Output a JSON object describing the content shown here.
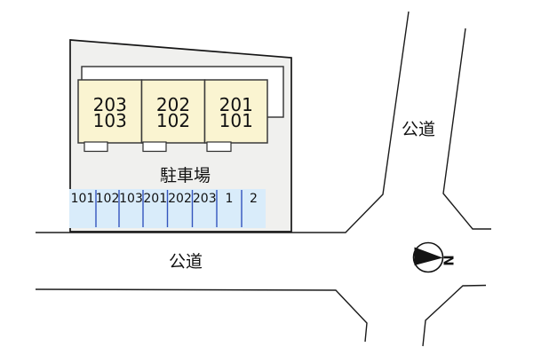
{
  "site_plan": {
    "building": {
      "units": [
        {
          "upper": "203",
          "lower": "103"
        },
        {
          "upper": "202",
          "lower": "102"
        },
        {
          "upper": "201",
          "lower": "101"
        }
      ]
    },
    "parking": {
      "area_label": "駐車場",
      "stalls": [
        "101",
        "102",
        "103",
        "201",
        "202",
        "203",
        "1",
        "2"
      ]
    },
    "roads": {
      "east_road_label": "公道",
      "south_road_label": "公道"
    },
    "compass": {
      "north_label": "N"
    }
  },
  "colors": {
    "parcel_fill": "#f0f0ee",
    "building_fill": "#ffffff",
    "unit_fill": "#faf4d1",
    "unit_border": "#3a3a3a",
    "stall_fill": "#d9ecfa",
    "stall_border": "#3354bd",
    "line": "#1b1b1b",
    "text": "#111111"
  }
}
